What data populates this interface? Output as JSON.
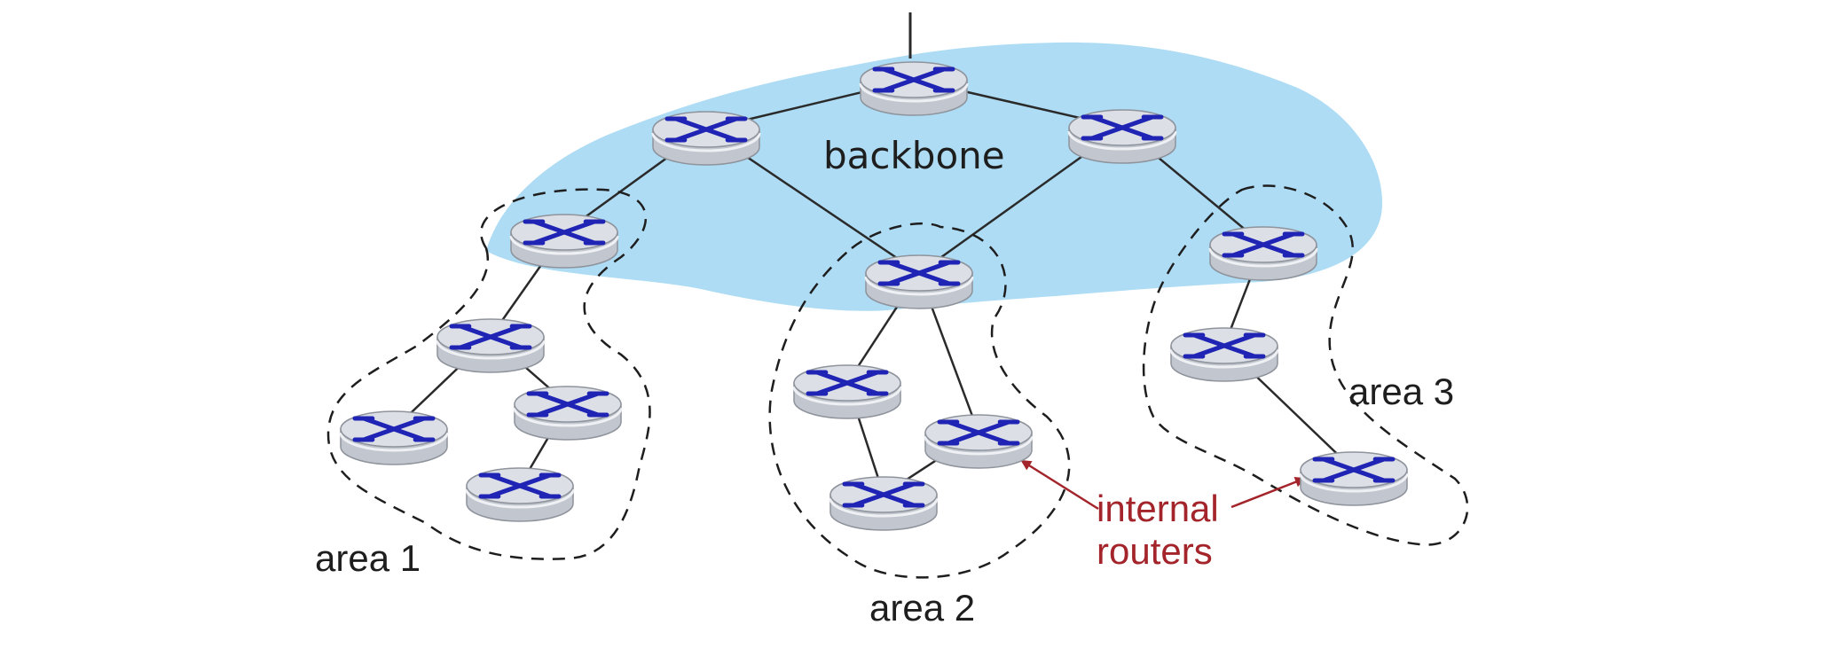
{
  "labels": {
    "backbone": "backbone",
    "area1": "area 1",
    "area2": "area 2",
    "area3": "area 3",
    "internal_line1": "internal",
    "internal_line2": "routers"
  },
  "colors": {
    "backbone_fill": "#aedcf4",
    "link": "#2a2a2a",
    "router_top": "#dcdfe6",
    "router_side": "#c2c6cf",
    "router_rim": "#eef0f4",
    "router_x": "#1f24b4",
    "annotation": "#a3242a",
    "text": "#1e1e1e"
  },
  "icons": {
    "router": "router-icon"
  }
}
